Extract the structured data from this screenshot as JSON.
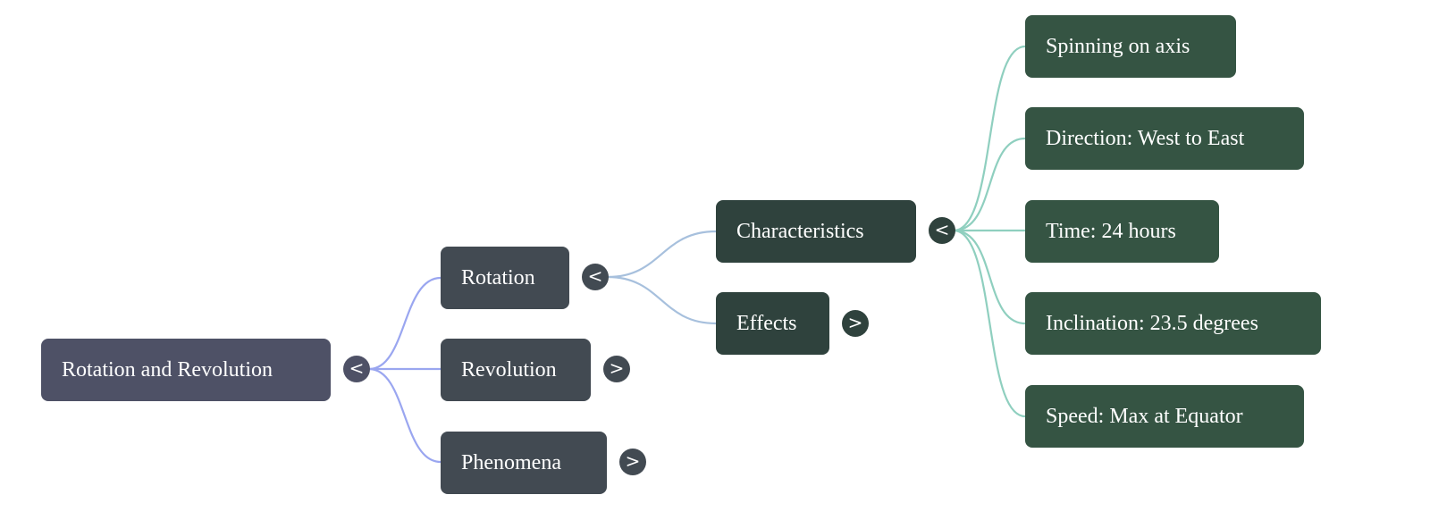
{
  "mindmap": {
    "root": {
      "label": "Rotation and Revolution",
      "toggle": "<",
      "expanded": true
    },
    "level1": [
      {
        "label": "Rotation",
        "toggle": "<",
        "expanded": true
      },
      {
        "label": "Revolution",
        "toggle": ">",
        "expanded": false
      },
      {
        "label": "Phenomena",
        "toggle": ">",
        "expanded": false
      }
    ],
    "level2": [
      {
        "label": "Characteristics",
        "toggle": "<",
        "expanded": true
      },
      {
        "label": "Effects",
        "toggle": ">",
        "expanded": false
      }
    ],
    "level3": [
      {
        "label": "Spinning on axis"
      },
      {
        "label": "Direction: West to East"
      },
      {
        "label": "Time: 24 hours"
      },
      {
        "label": "Inclination: 23.5 degrees"
      },
      {
        "label": "Speed: Max at Equator"
      }
    ],
    "colors": {
      "root_node": "#4e5166",
      "level1_node": "#424a52",
      "level2_node": "#2f423d",
      "level3_node": "#355443",
      "link_level1": "#9aa6f0",
      "link_level2": "#a7c0dd",
      "link_level3": "#8fcfbf"
    }
  }
}
